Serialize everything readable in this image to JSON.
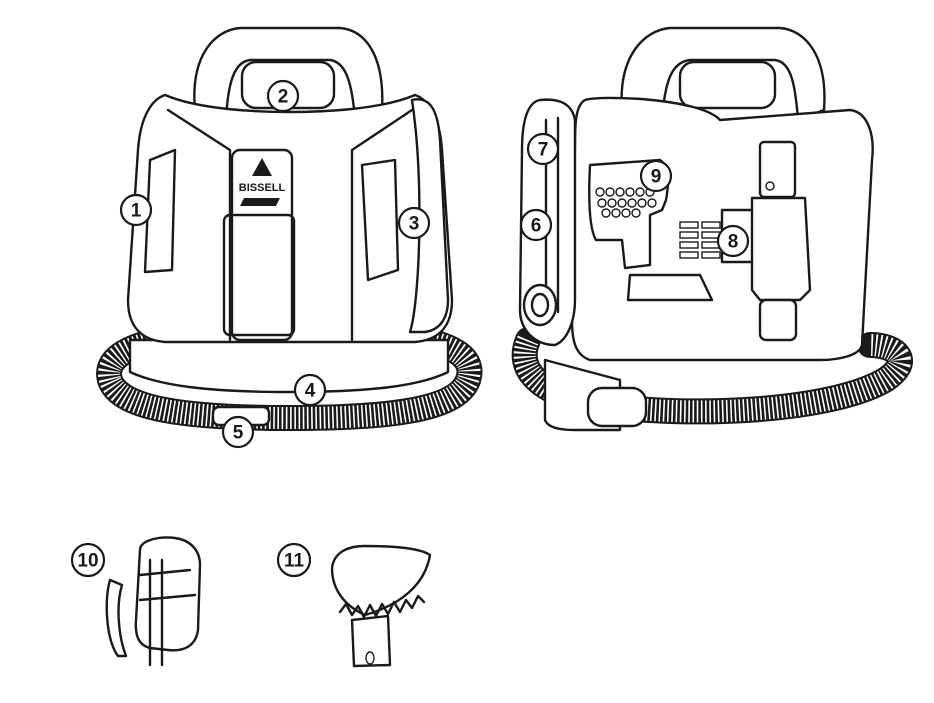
{
  "brand": {
    "logo_text": "BISSELL",
    "ink_color": "#1a1a1a"
  },
  "callouts": [
    {
      "id": "1",
      "label": "1"
    },
    {
      "id": "2",
      "label": "2"
    },
    {
      "id": "3",
      "label": "3"
    },
    {
      "id": "4",
      "label": "4"
    },
    {
      "id": "5",
      "label": "5"
    },
    {
      "id": "6",
      "label": "6"
    },
    {
      "id": "7",
      "label": "7"
    },
    {
      "id": "8",
      "label": "8"
    },
    {
      "id": "9",
      "label": "9"
    },
    {
      "id": "10",
      "label": "10"
    },
    {
      "id": "11",
      "label": "11"
    }
  ]
}
